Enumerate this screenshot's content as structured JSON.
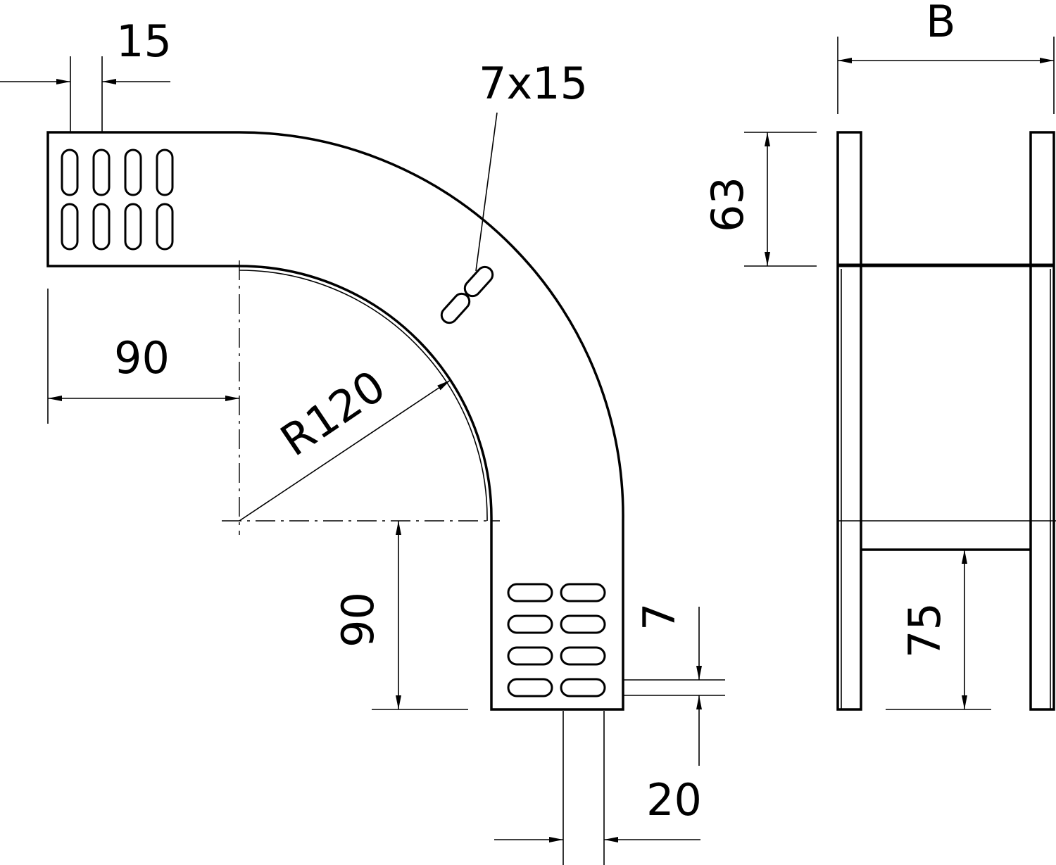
{
  "dimensions": {
    "slot_pitch": "15",
    "slot_size": "7x15",
    "width_label": "B",
    "height_label": "63",
    "straight_length_top": "90",
    "radius": "R120",
    "straight_length_bottom": "90",
    "slot_width": "7",
    "bottom_height": "75",
    "slot_spacing": "20"
  },
  "colors": {
    "line": "#000000",
    "background": "#ffffff"
  }
}
